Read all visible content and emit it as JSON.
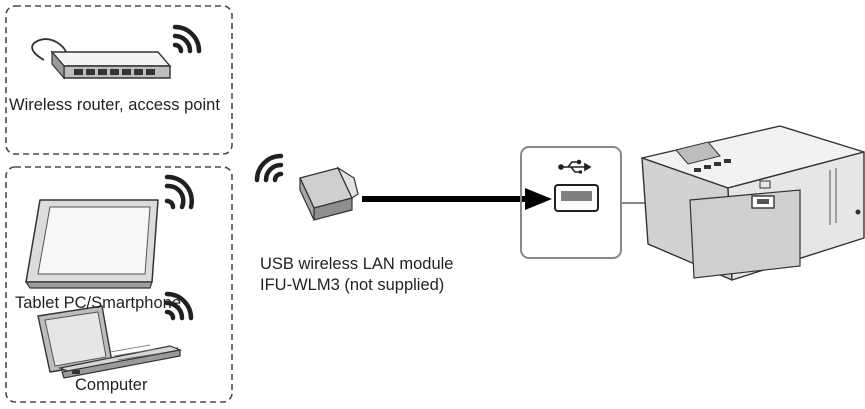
{
  "router": {
    "label": "Wireless router, access point"
  },
  "tablet": {
    "label": "Tablet PC/Smartphone"
  },
  "computer": {
    "label": "Computer"
  },
  "usb_module": {
    "label_line1": "USB wireless LAN module",
    "label_line2": "IFU-WLM3 (not supplied)"
  }
}
